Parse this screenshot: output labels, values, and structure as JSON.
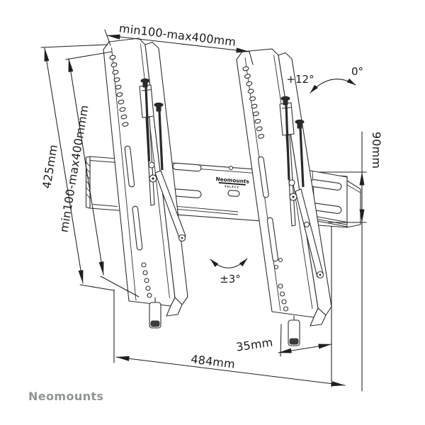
{
  "labels": {
    "top_width": "min100-max400mm",
    "height_outer": "425mm",
    "height_inner": "min100-max400mmm",
    "plate_height": "90mm",
    "wall_distance": "35mm",
    "total_width": "484mm"
  },
  "angles": {
    "tilt_max": "+12°",
    "tilt_zero": "0°",
    "level_adjust": "±3°"
  },
  "product": {
    "brand": "Neomounts",
    "series": "SELECT"
  },
  "footer": {
    "brand": "Neomounts"
  },
  "colors": {
    "background": "#ffffff",
    "line": "#2e2e2e",
    "dimension": "#1f1f1f",
    "footer_text": "#8f9695"
  }
}
